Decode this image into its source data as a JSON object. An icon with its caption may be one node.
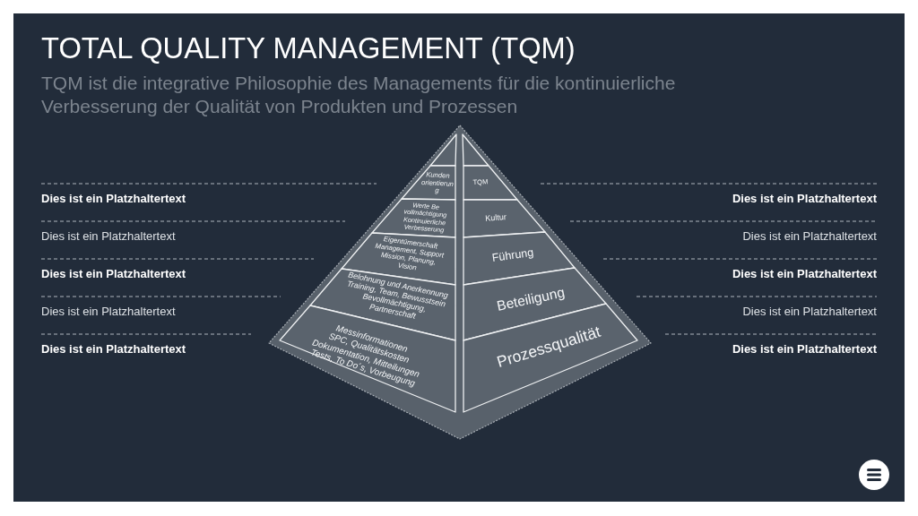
{
  "diagram": {
    "title": "TOTAL QUALITY MANAGEMENT (TQM)",
    "nodes": [
      {
        "text": [],
        "shape": "pyramid"
      },
      {
        "text": [],
        "shape": "triangle",
        "in": 0
      },
      {
        "text": [
          "Kunden orientierun g"
        ],
        "in": 0
      },
      {
        "text": [
          "Werte Be vollmächtigung Kontinuierliche Verbesserung"
        ],
        "in": 0
      },
      {
        "text": [
          "Eigentümerschaft Management, Support Mission, Planung, Vision"
        ],
        "in": 0
      },
      {
        "text": [
          "Belohnung und Anerkennung Training, Team, Bewusstsein Bevollmächtigung, Partnerschaft"
        ],
        "in": 0
      },
      {
        "text": [
          "Messinformationen SPC, Qualitätskosten Dokumentation, Mitteilungen Tests, To Do´s, Vorbeugung"
        ],
        "in": 0
      },
      {
        "text": [],
        "shape": "triangle",
        "in": 0
      },
      {
        "text": [
          "TQM"
        ],
        "in": 0
      },
      {
        "text": [
          "Kultur"
        ],
        "in": 0
      },
      {
        "text": [
          "Führung"
        ],
        "in": 0
      },
      {
        "text": [
          "Beteiligung"
        ],
        "in": 0
      },
      {
        "text": [
          "Prozessqualität"
        ],
        "in": 0
      }
    ],
    "labels": [
      "TQM ist die integrative Philosophie des Managements für die kontinuierliche Verbesserung der Qualität von Produkten und Prozessen",
      "Dies ist ein Platzhaltertext",
      "Dies ist ein Platzhaltertext",
      "Dies ist ein Platzhaltertext",
      "Dies ist ein Platzhaltertext",
      "Dies ist ein Platzhaltertext",
      "Dies ist ein Platzhaltertext",
      "Dies ist ein Platzhaltertext",
      "Dies ist ein Platzhaltertext",
      "Dies ist ein Platzhaltertext",
      "Dies ist ein Platzhaltertext"
    ]
  }
}
